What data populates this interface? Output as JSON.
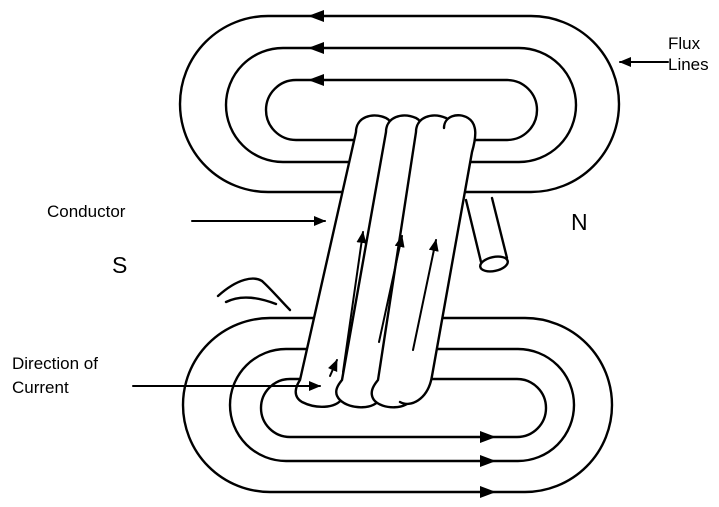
{
  "labels": {
    "flux_line1": "Flux",
    "flux_line2": "Lines",
    "conductor": "Conductor",
    "current_line1": "Direction of",
    "current_line2": "Current",
    "pole_south": "S",
    "pole_north": "N"
  },
  "colors": {
    "stroke": "#000000",
    "background": "#ffffff"
  }
}
